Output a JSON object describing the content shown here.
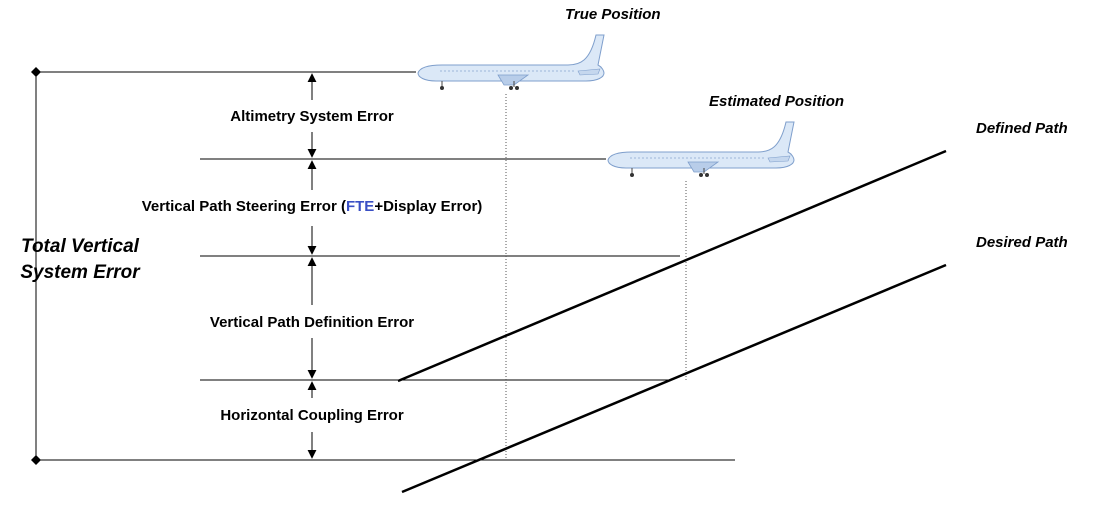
{
  "labels": {
    "true_position": "True Position",
    "estimated_position": "Estimated Position",
    "defined_path": "Defined Path",
    "desired_path": "Desired Path",
    "total_vertical_line1": "Total Vertical",
    "total_vertical_line2": "System Error",
    "altimetry_error": "Altimetry System Error",
    "steering_prefix": "Vertical Path Steering Error (",
    "steering_fte": "FTE",
    "steering_suffix": "+Display Error)",
    "definition_error": "Vertical Path Definition Error",
    "coupling_error": "Horizontal Coupling Error"
  },
  "colors": {
    "line": "#000000",
    "fte_highlight": "#3a4fc4",
    "aircraft_body": "#dbe8f7",
    "aircraft_outline": "#7f9fcc"
  }
}
